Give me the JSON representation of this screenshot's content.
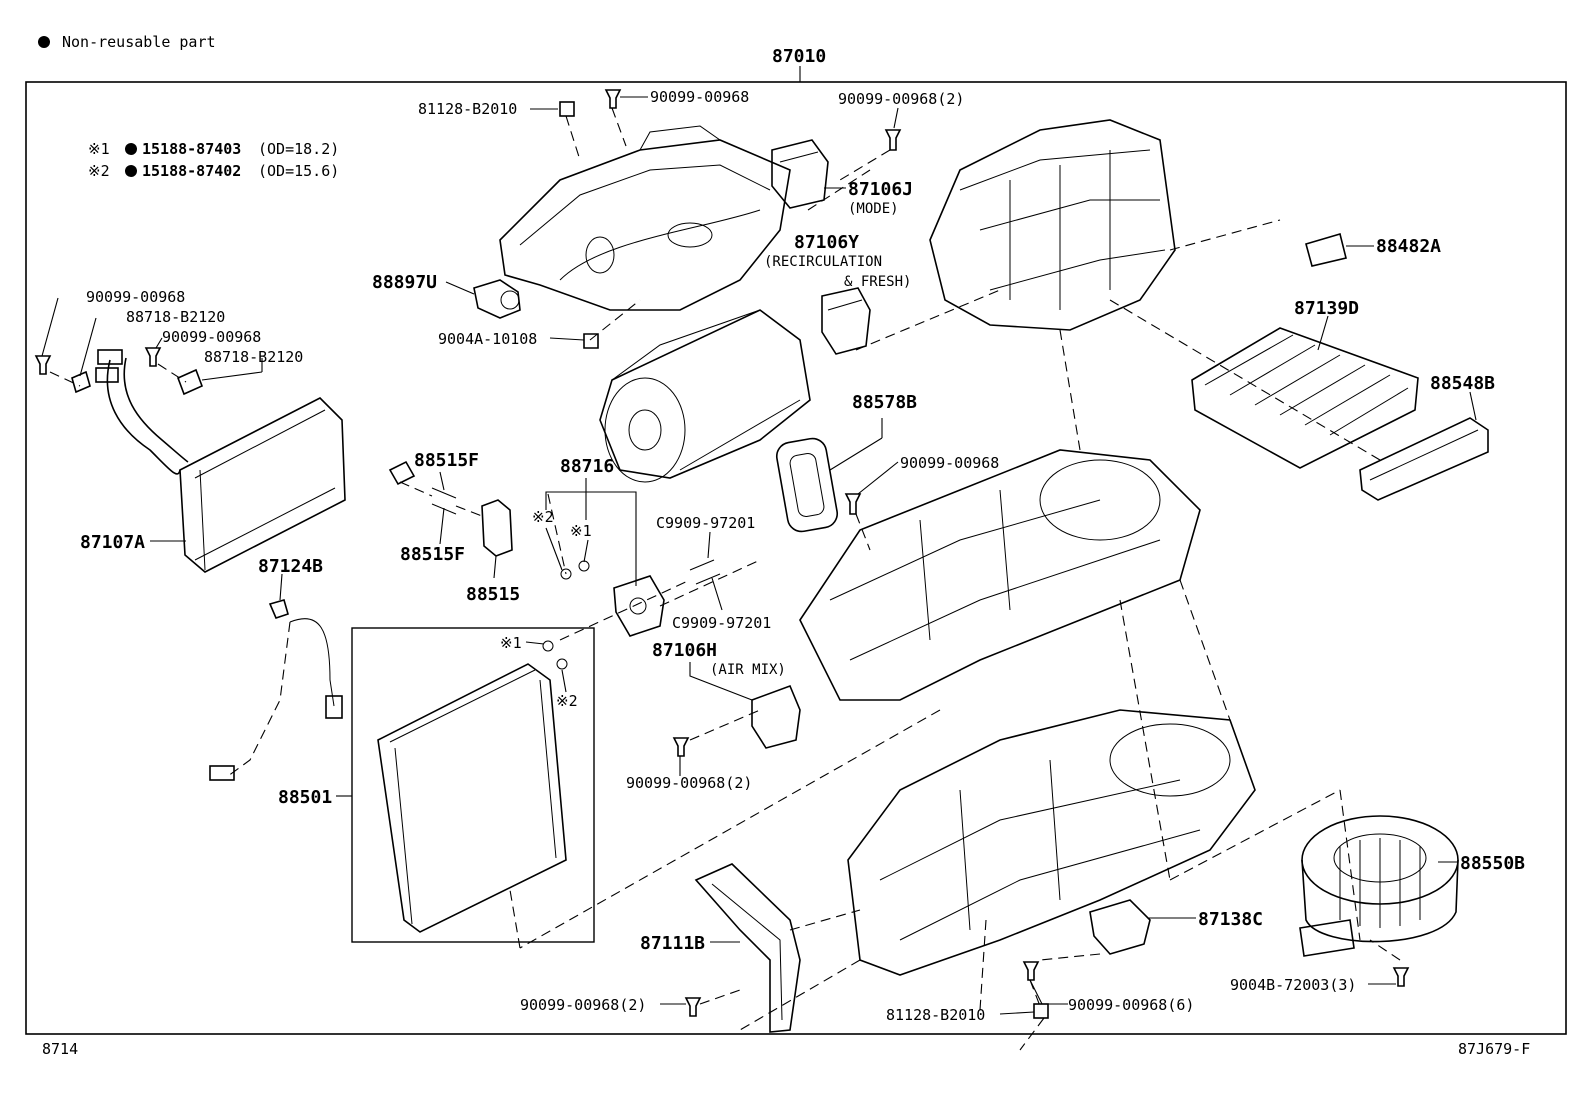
{
  "legend": {
    "non_reusable": "Non-reusable part",
    "note1_mark": "※1",
    "note1_part": "15188-87403",
    "note1_spec": "(OD=18.2)",
    "note2_mark": "※2",
    "note2_part": "15188-87402",
    "note2_spec": "(OD=15.6)"
  },
  "assembly": "87010",
  "parts": {
    "p81128_top": "81128-B2010",
    "p90099_top": "90099-00968",
    "p90099_2_top": "90099-00968(2)",
    "p87106J": "87106J",
    "p87106J_sub": "(MODE)",
    "p87106Y": "87106Y",
    "p87106Y_sub1": "(RECIRCULATION",
    "p87106Y_sub2": "& FRESH)",
    "p88897U": "88897U",
    "p9004A": "9004A-10108",
    "p88482A": "88482A",
    "p87139D": "87139D",
    "p88548B": "88548B",
    "p90099_left1": "90099-00968",
    "p88718_left1": "88718-B2120",
    "p90099_left2": "90099-00968",
    "p88718_left2": "88718-B2120",
    "p87107A": "87107A",
    "p88578B": "88578B",
    "p90099_mid": "90099-00968",
    "p88515F_a": "88515F",
    "p88515F_b": "88515F",
    "p88515": "88515",
    "p88716": "88716",
    "mark_2a": "※2",
    "mark_1a": "※1",
    "pC9909_a": "C9909-97201",
    "pC9909_b": "C9909-97201",
    "p87124B": "87124B",
    "p87106H": "87106H",
    "p87106H_sub": "(AIR MIX)",
    "mark_1b": "※1",
    "mark_2b": "※2",
    "p88501": "88501",
    "p90099_2_mid": "90099-00968(2)",
    "p88550B": "88550B",
    "p87138C": "87138C",
    "p87111B": "87111B",
    "p9004B": "9004B-72003(3)",
    "p90099_2_bot": "90099-00968(2)",
    "p81128_bot": "81128-B2010",
    "p90099_6": "90099-00968(6)"
  },
  "footer": {
    "left_code": "8714",
    "right_code": "87J679-F"
  }
}
